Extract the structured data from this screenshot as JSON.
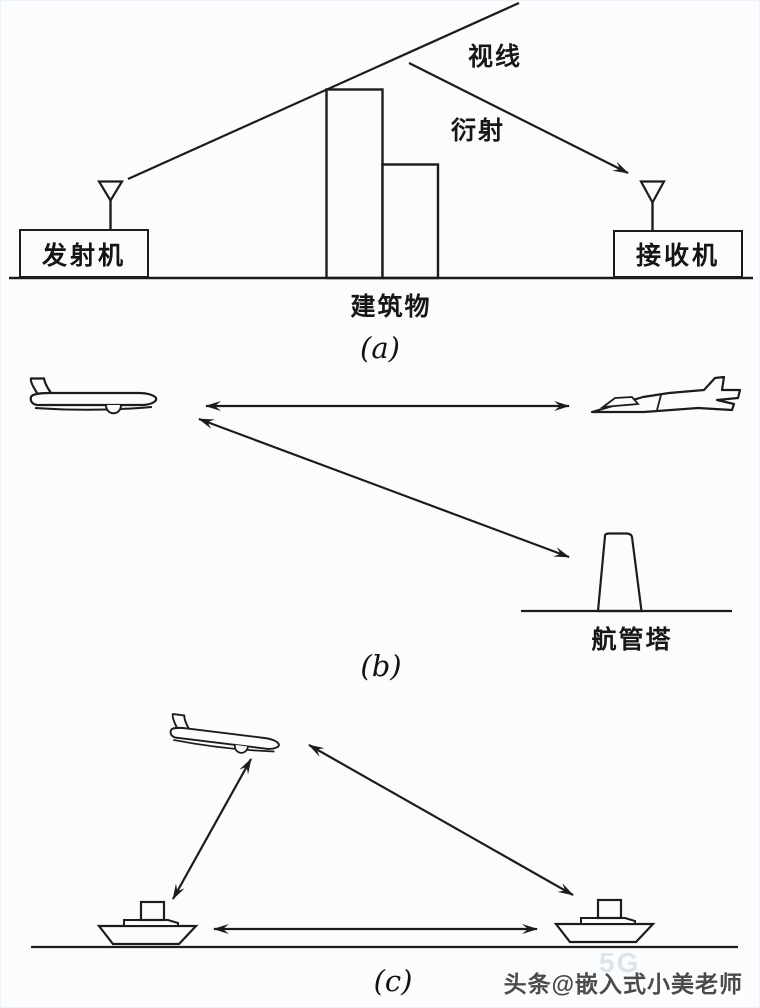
{
  "figure": {
    "panel_a": {
      "caption": "(a)",
      "sight_label": "视线",
      "diffraction_label": "衍射",
      "building_label": "建筑物",
      "transmitter_label": "发射机",
      "receiver_label": "接收机"
    },
    "panel_b": {
      "caption": "(b)",
      "tower_label": "航管塔"
    },
    "panel_c": {
      "caption": "(c)"
    }
  },
  "watermark": {
    "text": "头条@嵌入式小美老师",
    "ghost_text": "5G"
  },
  "colors": {
    "line": "#1c1c1c",
    "background": "#fbfcfd",
    "watermark": "#4b4b4b",
    "ghost": "#c7d0d9"
  }
}
